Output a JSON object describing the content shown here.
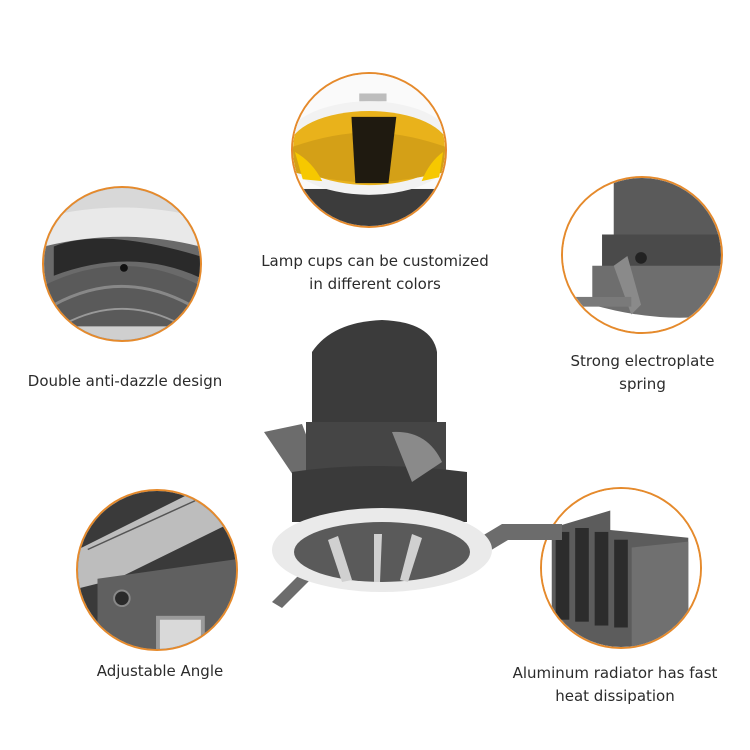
{
  "accent_color": "#e58a2c",
  "features": [
    {
      "id": "lamp-cups",
      "lines": [
        "Lamp cups can be customized",
        "in different colors"
      ]
    },
    {
      "id": "anti-dazzle",
      "lines": [
        "Double anti-dazzle design"
      ]
    },
    {
      "id": "spring",
      "lines": [
        "Strong electroplate",
        "spring"
      ]
    },
    {
      "id": "angle",
      "lines": [
        "Adjustable Angle"
      ]
    },
    {
      "id": "radiator",
      "lines": [
        "Aluminum radiator has fast",
        "heat dissipation"
      ]
    }
  ],
  "product": {
    "name": "recessed-led-downlight"
  }
}
